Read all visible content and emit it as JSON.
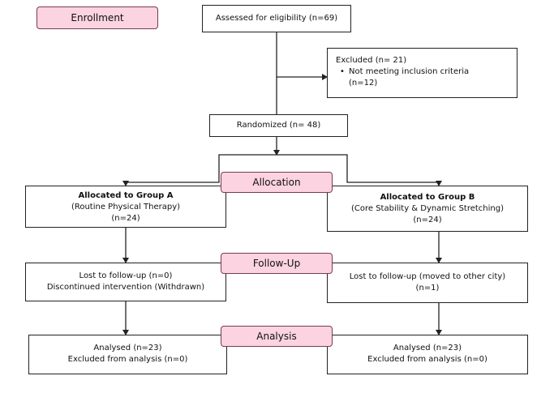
{
  "stages": {
    "enrollment": "Enrollment",
    "allocation": "Allocation",
    "follow_up": "Follow-Up",
    "analysis": "Analysis"
  },
  "eligibility": {
    "text": "Assessed for eligibility (n=69)"
  },
  "excluded": {
    "title": "Excluded (n= 21)",
    "bullet": "•",
    "reason_line1": "Not meeting inclusion criteria",
    "reason_line2": "(n=12)"
  },
  "randomized": {
    "text": "Randomized (n= 48)"
  },
  "group_a": {
    "allocation": {
      "title": "Allocated to Group A",
      "subtitle": "(Routine Physical Therapy)",
      "count": "(n=24)"
    },
    "follow_up": {
      "line1": "Lost to follow-up (n=0)",
      "line2": "Discontinued intervention (Withdrawn)"
    },
    "analysis": {
      "line1": "Analysed (n=23)",
      "line2": "Excluded from analysis (n=0)"
    }
  },
  "group_b": {
    "allocation": {
      "title": "Allocated to Group B",
      "subtitle": "(Core Stability & Dynamic Stretching)",
      "count": "(n=24)"
    },
    "follow_up": {
      "line1": "Lost to follow-up (moved to other city)",
      "line2": "(n=1)"
    },
    "analysis": {
      "line1": "Analysed (n=23)",
      "line2": "Excluded from analysis (n=0)"
    }
  },
  "colors": {
    "stage_fill": "#fbd3e1",
    "stage_border": "#7a3b52",
    "box_border": "#222222",
    "connector": "#222222"
  }
}
